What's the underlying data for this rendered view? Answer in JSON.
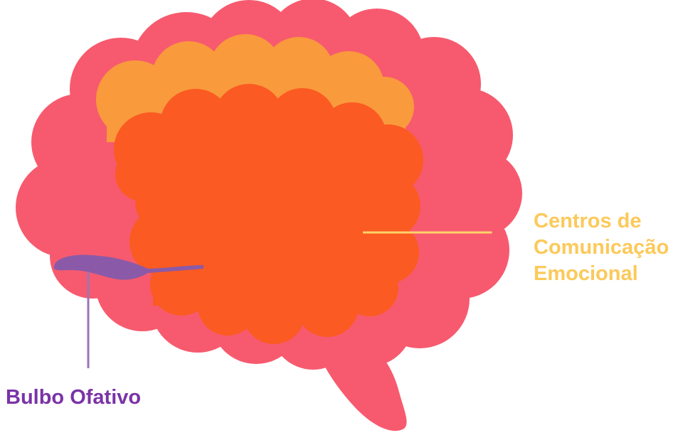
{
  "colors": {
    "background": "#ffffff",
    "brain_outer": "#f75a6e",
    "upper_lobe": "#f99a3c",
    "inner_region": "#fb5a22",
    "olfactory_bulb": "#8a5aa8",
    "emotional_label": "#fcc95a",
    "emotional_line": "#fcd36a",
    "bulb_label": "#7a33a6",
    "bulb_line": "#9c73b7"
  },
  "labels": {
    "emotional_centers": [
      "Centros de",
      "Comunicação",
      "Emocional"
    ],
    "olfactory_bulb": "Bulbo Ofativo"
  }
}
